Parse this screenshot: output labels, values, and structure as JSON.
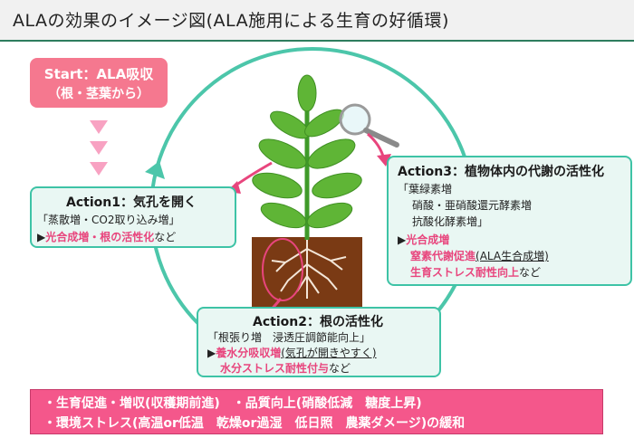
{
  "title": "ALAの効果のイメージ図(ALA施用による生育の好循環)",
  "start": {
    "line1": "Start：ALA吸収",
    "line2": "（根・茎葉から）"
  },
  "action1": {
    "title": "Action1：気孔を開く",
    "line1": "「蒸散増・CO2取り込み増」",
    "line2_marker": "▶",
    "line2_pink": "光合成増・根の活性化",
    "line2_rest": "など"
  },
  "action2": {
    "title": "Action2：根の活性化",
    "line1": "「根張り増　浸透圧調節能向上」",
    "line2_marker": "▶",
    "line2_pink": "養水分吸収増",
    "line2_paren": "(気孔が開きやすく)",
    "line3_pink": "水分ストレス耐性付与",
    "line3_rest": "など"
  },
  "action3": {
    "title": "Action3：植物体内の代謝の活性化",
    "line1": "「葉緑素増",
    "line2": "硝酸・亜硝酸還元酵素増",
    "line3": "抗酸化酵素増」",
    "line4_marker": "▶",
    "line4_pink": "光合成増",
    "line5_pink": "窒素代謝促進",
    "line5_paren": "(ALA生合成増)",
    "line6_pink": "生育ストレス耐性向上",
    "line6_rest": "など"
  },
  "bottom": {
    "line1": "・生育促進・増収(収穫期前進)　・品質向上(硝酸低減　糖度上昇)",
    "line2": "・環境ストレス(高温or低温　乾燥or過湿　低日照　農薬ダメージ)の緩和"
  },
  "colors": {
    "cycle": "#4cc6aa",
    "pink": "#e8457d",
    "box_border": "#3ec3a6",
    "box_fill": "#e9f7f3",
    "start_fill": "#f5788f",
    "bottom_fill": "#f4578b",
    "soil": "#7a3a14",
    "leaf": "#5fb536"
  }
}
